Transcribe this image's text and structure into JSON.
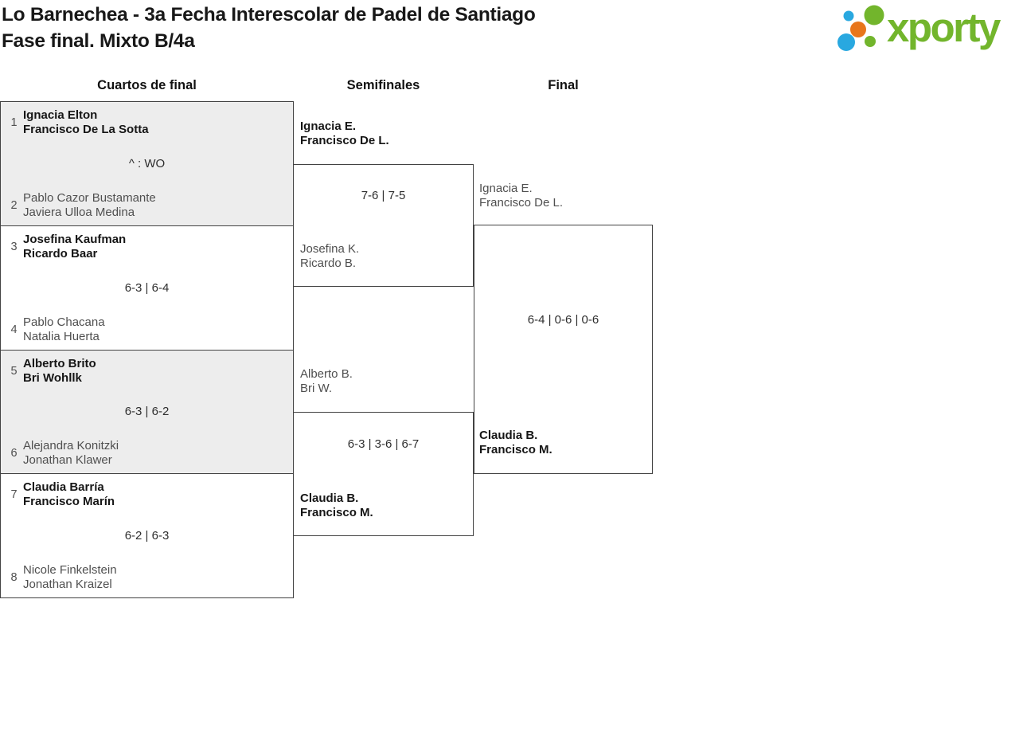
{
  "page": {
    "title_line1": "Lo Barnechea - 3a Fecha Interescolar de Padel de Santiago",
    "title_line2": "Fase final. Mixto B/4a"
  },
  "logo": {
    "text": "xporty",
    "colors": {
      "green": "#72b52c",
      "blue": "#29a8e0",
      "orange": "#e8761b"
    }
  },
  "columns": {
    "quarterfinals": "Cuartos de final",
    "semifinals": "Semifinales",
    "final": "Final"
  },
  "rounds": {
    "quarterfinals": [
      {
        "seed_a": "1",
        "team_a": {
          "p1": "Ignacia Elton",
          "p2": "Francisco De La Sotta"
        },
        "score": "^ : WO",
        "seed_b": "2",
        "team_b": {
          "p1": "Pablo Cazor Bustamante",
          "p2": "Javiera Ulloa Medina"
        },
        "winner": "team_a"
      },
      {
        "seed_a": "3",
        "team_a": {
          "p1": "Josefina Kaufman",
          "p2": "Ricardo Baar"
        },
        "score": "6-3 | 6-4",
        "seed_b": "4",
        "team_b": {
          "p1": "Pablo Chacana",
          "p2": "Natalia Huerta"
        },
        "winner": "team_a"
      },
      {
        "seed_a": "5",
        "team_a": {
          "p1": "Alberto Brito",
          "p2": "Bri Wohllk"
        },
        "score": "6-3 | 6-2",
        "seed_b": "6",
        "team_b": {
          "p1": "Alejandra Konitzki",
          "p2": "Jonathan Klawer"
        },
        "winner": "team_a"
      },
      {
        "seed_a": "7",
        "team_a": {
          "p1": "Claudia Barría",
          "p2": "Francisco Marín"
        },
        "score": "6-2 | 6-3",
        "seed_b": "8",
        "team_b": {
          "p1": "Nicole Finkelstein",
          "p2": "Jonathan Kraizel"
        },
        "winner": "team_a"
      }
    ],
    "semifinals": [
      {
        "team_a": {
          "p1": "Ignacia E.",
          "p2": "Francisco De L."
        },
        "score": "7-6 | 7-5",
        "team_b": {
          "p1": "Josefina K.",
          "p2": "Ricardo B."
        },
        "winner": "team_a"
      },
      {
        "team_a": {
          "p1": "Alberto B.",
          "p2": "Bri W."
        },
        "score": "6-3 | 3-6 | 6-7",
        "team_b": {
          "p1": "Claudia B.",
          "p2": "Francisco M."
        },
        "winner": "team_b"
      }
    ],
    "final": {
      "team_a": {
        "p1": "Ignacia E.",
        "p2": "Francisco De L."
      },
      "score": "6-4 | 0-6 | 0-6",
      "team_b": {
        "p1": "Claudia B.",
        "p2": "Francisco M."
      },
      "winner": "team_b"
    }
  }
}
